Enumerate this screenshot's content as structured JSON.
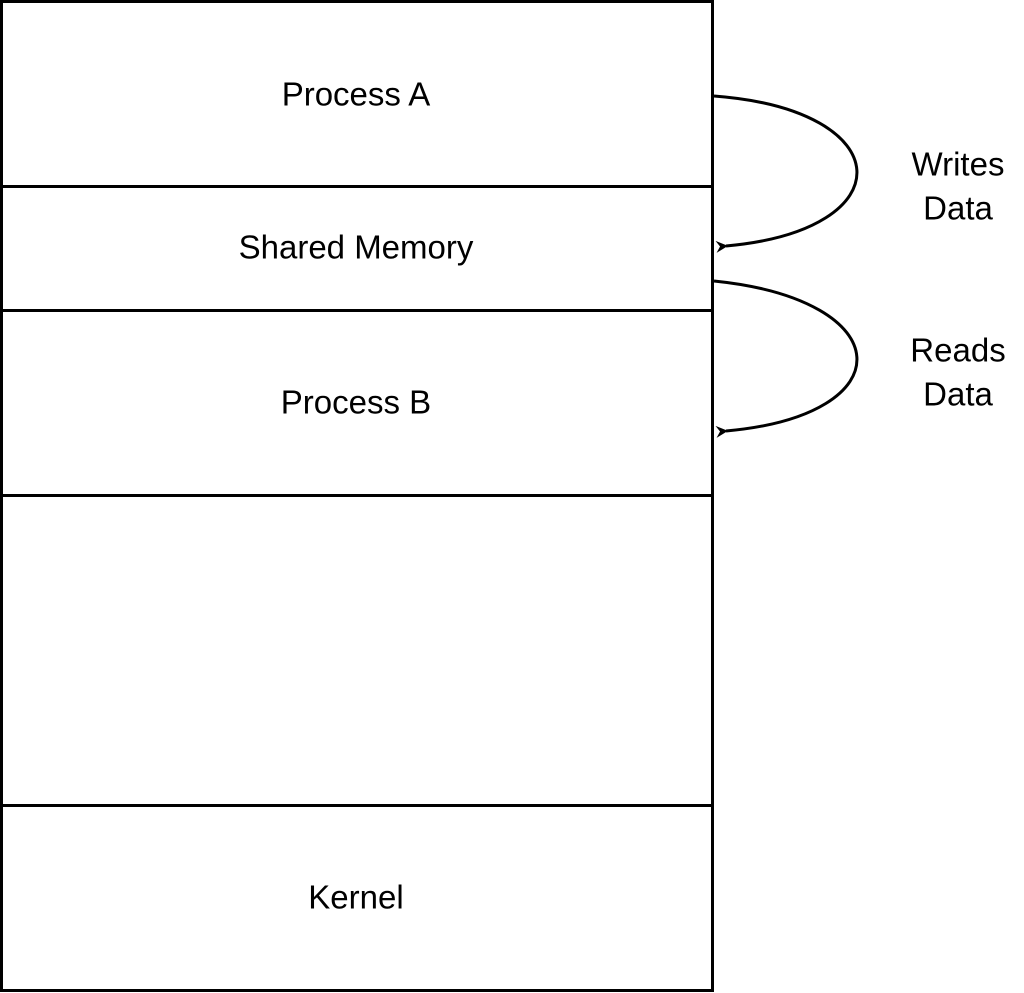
{
  "memory_layout": {
    "segments": [
      {
        "id": "process-a",
        "label": "Process A"
      },
      {
        "id": "shared-memory",
        "label": "Shared Memory"
      },
      {
        "id": "process-b",
        "label": "Process B"
      },
      {
        "id": "free-space",
        "label": ""
      },
      {
        "id": "kernel",
        "label": "Kernel"
      }
    ]
  },
  "arrows": {
    "writes": {
      "line1": "Writes",
      "line2": "Data"
    },
    "reads": {
      "line1": "Reads",
      "line2": "Data"
    }
  },
  "colors": {
    "stroke": "#000000",
    "background": "#ffffff"
  }
}
